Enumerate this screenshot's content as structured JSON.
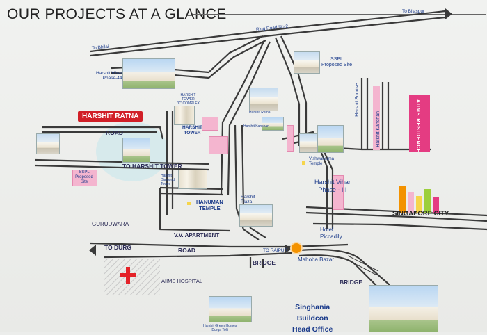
{
  "title": "OUR PROJECTS AT A GLANCE",
  "roads": {
    "to_bilaspur": "To Bilaspur",
    "ring_road": "Ring Road No.2",
    "to_bhilai": "To Bhilai",
    "road_top": "ROAD",
    "to_harshit_tower": "TO HARSHIT TOWER",
    "to_durg": "TO DURG",
    "road_bottom": "ROAD",
    "to_raipur": "TO RAIPUR",
    "bridge1": "BRIDGE",
    "bridge2": "BRIDGE",
    "mahoba_bazar": "Mahoba Bazar"
  },
  "places": {
    "harshit_ratna": "HARSHIT RATNA",
    "harshit_vihar_44": [
      "Harshit Vihar",
      "Phase-44"
    ],
    "sspl_site": [
      "SSPL",
      "Proposed Site"
    ],
    "harshit_tower_complex": [
      "HARSHIT",
      "TOWER",
      "\"C\" COMPLEX"
    ],
    "harshit_tower": [
      "HARSHIT",
      "TOWER"
    ],
    "harshit_ratna_small": "Harshit Ratna",
    "harshit_sunrise": "Harshit Sunrise",
    "harshit_kanchan": "Harshit Kanchan",
    "aiims": "AIIMS RESIDENCE",
    "vishwakarma": [
      "Vishwakarma",
      "Temple"
    ],
    "harshit_vihar_3": [
      "Harshit Vihar",
      "Phase - III"
    ],
    "singapore_city": "SINGAPORE CITY",
    "hanuman_temple": [
      "HANUMAN",
      "TEMPLE"
    ],
    "harshit_plaza": [
      "Harshit",
      "Plaza"
    ],
    "harshit_diamond": [
      "Harshit",
      "Diamond",
      "Tower"
    ],
    "hotel_piccadily": [
      "Hotel",
      "Piccadily"
    ],
    "gurudwara": "GURUDWARA",
    "vv_apartment": "V.V. APARTMENT",
    "aiims_hospital": "AIIMS HOSPITAL",
    "harshit_green_homes": [
      "Harshit Green Homes",
      "Durga Tolli"
    ],
    "sspl_proposed_left": [
      "SSPL",
      "Proposed",
      "Site"
    ],
    "singhania": [
      "Singhania",
      "Buildcon",
      "Head Office"
    ]
  },
  "colors": {
    "road": "#3a3a3a",
    "accent_red": "#d11f27",
    "pink": "#f4b5cf",
    "magenta": "#e43c82",
    "orange": "#f39200",
    "label_blue": "#1a3a8a"
  }
}
